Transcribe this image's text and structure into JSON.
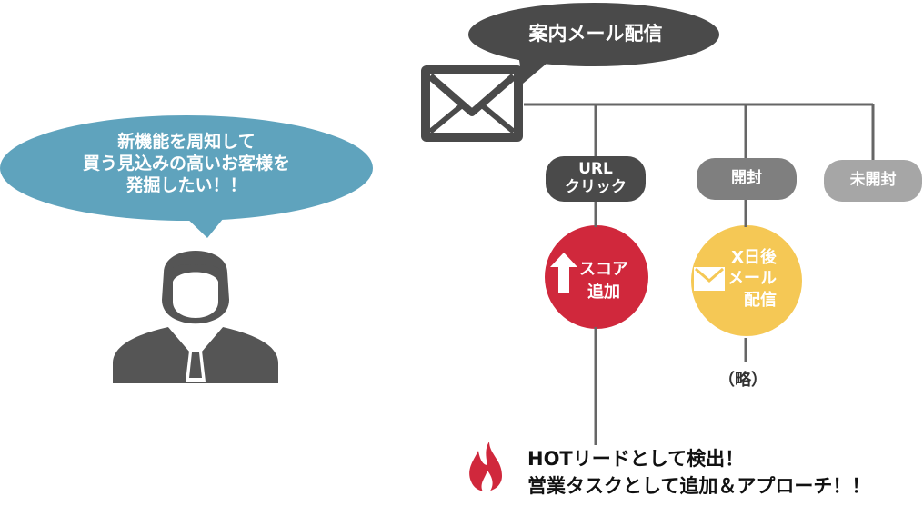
{
  "colors": {
    "dark_gray": "#4a4a4a",
    "mid_gray": "#7f7f7f",
    "light_gray": "#a6a6a6",
    "blue_bubble": "#5fa3bd",
    "red": "#d0283c",
    "yellow": "#f5c855",
    "person": "#555555"
  },
  "icons": {
    "envelope": "envelope-icon",
    "person": "businessman-icon",
    "arrow_up": "arrow-up-icon",
    "flame": "flame-icon"
  },
  "top_bubble": {
    "text": "案内メール配信"
  },
  "left_bubble": {
    "line1": "新機能を周知して",
    "line2": "買う見込みの高いお客様を",
    "line3": "発掘したい！！"
  },
  "branches": {
    "url_click": {
      "line1": "URL",
      "line2": "クリック"
    },
    "opened": {
      "label": "開封"
    },
    "unopened": {
      "label": "未開封"
    }
  },
  "score_circle": {
    "line1": "スコア",
    "line2": "追加"
  },
  "followup_circle": {
    "line1": "X日後",
    "line2": "メール",
    "line3": "配信"
  },
  "omitted": {
    "text": "（略）"
  },
  "result": {
    "line1": "HOTリードとして検出！",
    "line2": "営業タスクとして追加＆アプローチ！！"
  }
}
